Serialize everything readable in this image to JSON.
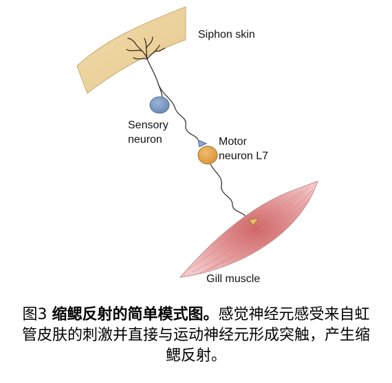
{
  "labels": {
    "siphon_skin": "Siphon skin",
    "sensory_neuron": "Sensory\nneuron",
    "motor_neuron": "Motor\nneuron L7",
    "gill_muscle": "Gill muscle"
  },
  "caption": {
    "figure_number": "图3 ",
    "title": "缩鳃反射的简单模式图。",
    "body": "感觉神经元感受来自虹管皮肤的刺激并直接与运动神经元形成突触，产生缩鳃反射。"
  },
  "colors": {
    "skin_fill": "#ecd39f",
    "sensory_fill": "#7f9cc4",
    "motor_fill": "#e3a54e",
    "muscle_fill": "#e7a8a8",
    "muscle_dark": "#c96a6c",
    "axon": "#333333"
  }
}
